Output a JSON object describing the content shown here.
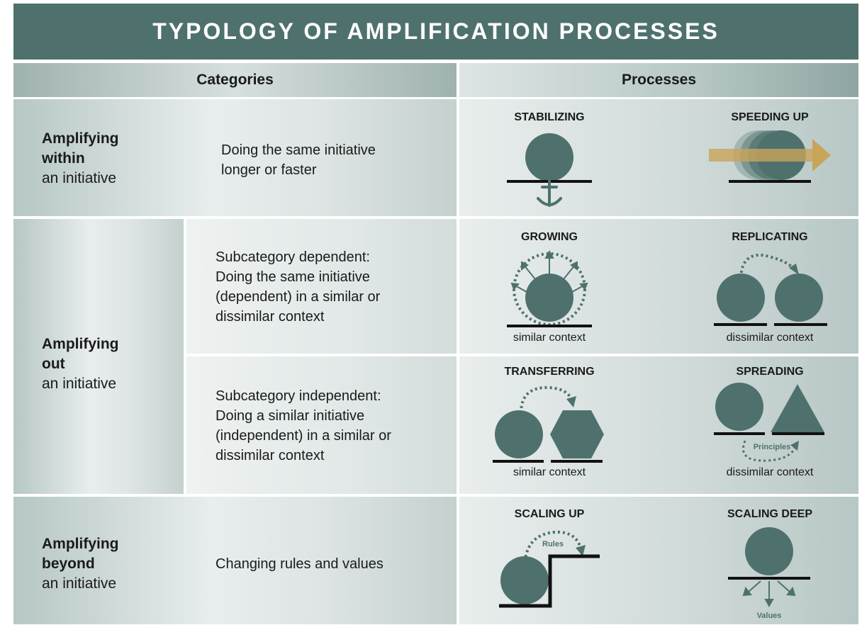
{
  "title": "TYPOLOGY OF AMPLIFICATION PROCESSES",
  "headers": {
    "categories": "Categories",
    "processes": "Processes"
  },
  "rows": {
    "within": {
      "bold1": "Amplifying",
      "bold2": "within",
      "rest": "an initiative",
      "desc": [
        "Doing the same initiative",
        "longer or faster"
      ]
    },
    "out": {
      "bold1": "Amplifying",
      "bold2": "out",
      "rest": "an initiative"
    },
    "dependent": {
      "desc": [
        "Subcategory dependent:",
        "Doing the same initiative",
        "(dependent) in a similar or",
        "dissimilar context"
      ]
    },
    "independent": {
      "desc": [
        "Subcategory independent:",
        "Doing a similar initiative",
        "(independent) in a similar or",
        "dissimilar context"
      ]
    },
    "beyond": {
      "bold1": "Amplifying",
      "bold2": "beyond",
      "rest": "an initiative",
      "desc": [
        "Changing rules and values"
      ]
    }
  },
  "processes": {
    "stabilizing": "STABILIZING",
    "speeding_up": "SPEEDING UP",
    "growing": "GROWING",
    "replicating": "REPLICATING",
    "transferring": "TRANSFERRING",
    "spreading": "SPREADING",
    "scaling_up": "SCALING UP",
    "scaling_deep": "SCALING DEEP"
  },
  "contexts": {
    "growing": "similar context",
    "replicating": "dissimilar context",
    "transferring": "similar context",
    "spreading": "dissimilar context"
  },
  "icon_labels": {
    "principles": "Principles",
    "rules": "Rules",
    "values": "Values"
  },
  "icons": [
    "anchor-icon",
    "arrow-icon"
  ],
  "colors": {
    "teal": "#4e716d",
    "arrow_gold": "#c9a55a",
    "background_grey": "#d1dbda"
  }
}
